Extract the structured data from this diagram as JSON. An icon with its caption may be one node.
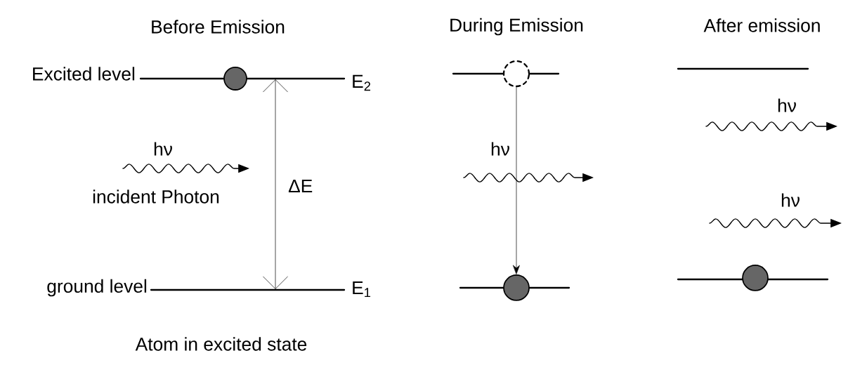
{
  "diagram": {
    "nodes": [
      {
        "text": [],
        "shape": "circle"
      },
      {
        "text": [],
        "shape": "circle"
      },
      {
        "text": [],
        "shape": "circle"
      },
      {
        "text": [],
        "shape": "circle"
      }
    ],
    "edges": [
      {
        "from": 1,
        "to": 2,
        "arrow": "to"
      }
    ],
    "labels": [
      "Before Emission",
      "Excited level",
      "E$_{2}$",
      "hν",
      "incident Photon",
      "ΔE",
      "ground level",
      "E$_{1}$",
      "Atom in excited state",
      "During Emission",
      "hν",
      "After emission",
      "hν",
      "hν"
    ]
  }
}
